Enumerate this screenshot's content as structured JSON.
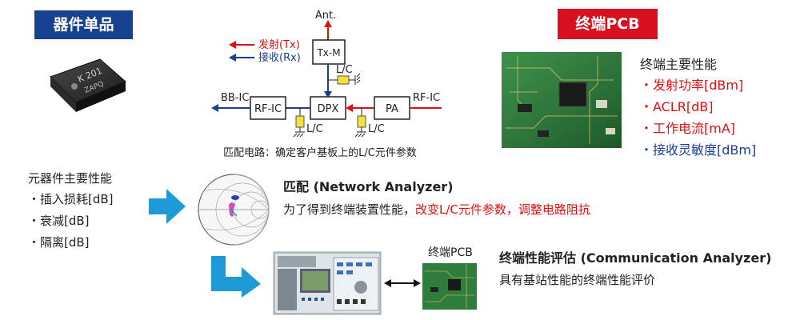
{
  "left": {
    "badge": "器件单品",
    "component_marking": [
      "K 201",
      "ZAPQ"
    ],
    "title": "元器件主要性能",
    "items": [
      "・插入损耗[dB]",
      "・衰减[dB]",
      "・隔离[dB]"
    ]
  },
  "circuit": {
    "ant": "Ant.",
    "tx": "发射(Tx)",
    "rx": "接收(Rx)",
    "txm": "Tx-M",
    "lc": "L/C",
    "bbic": "BB-IC",
    "rfic": "RF-IC",
    "dpx": "DPX",
    "pa": "PA",
    "caption": "匹配电路：确定客户基板上的L/C元件参数"
  },
  "right": {
    "badge": "终端PCB",
    "title": "终端主要性能",
    "items": [
      {
        "text": "・发射功率[dBm]",
        "color": "#e01010"
      },
      {
        "text": "・ACLR[dB]",
        "color": "#e01010"
      },
      {
        "text": "・工作电流[mA]",
        "color": "#e01010"
      },
      {
        "text": "・接收灵敏度[dBm]",
        "color": "#1a3f95"
      }
    ]
  },
  "matching": {
    "title": "匹配 (Network Analyzer)",
    "desc_plain": "为了得到终端装置性能，",
    "desc_red": "改变L/C元件参数，调整电路阻抗"
  },
  "evaluation": {
    "pcb_label": "终端PCB",
    "title": "终端性能评估 (Communication Analyzer)",
    "desc": "具有基站性能的终端性能评价"
  },
  "colors": {
    "navy": "#16428f",
    "brand_red": "#d8101f",
    "arrow": "#1e9ad6",
    "pcb_green": "#2e7d3c"
  }
}
